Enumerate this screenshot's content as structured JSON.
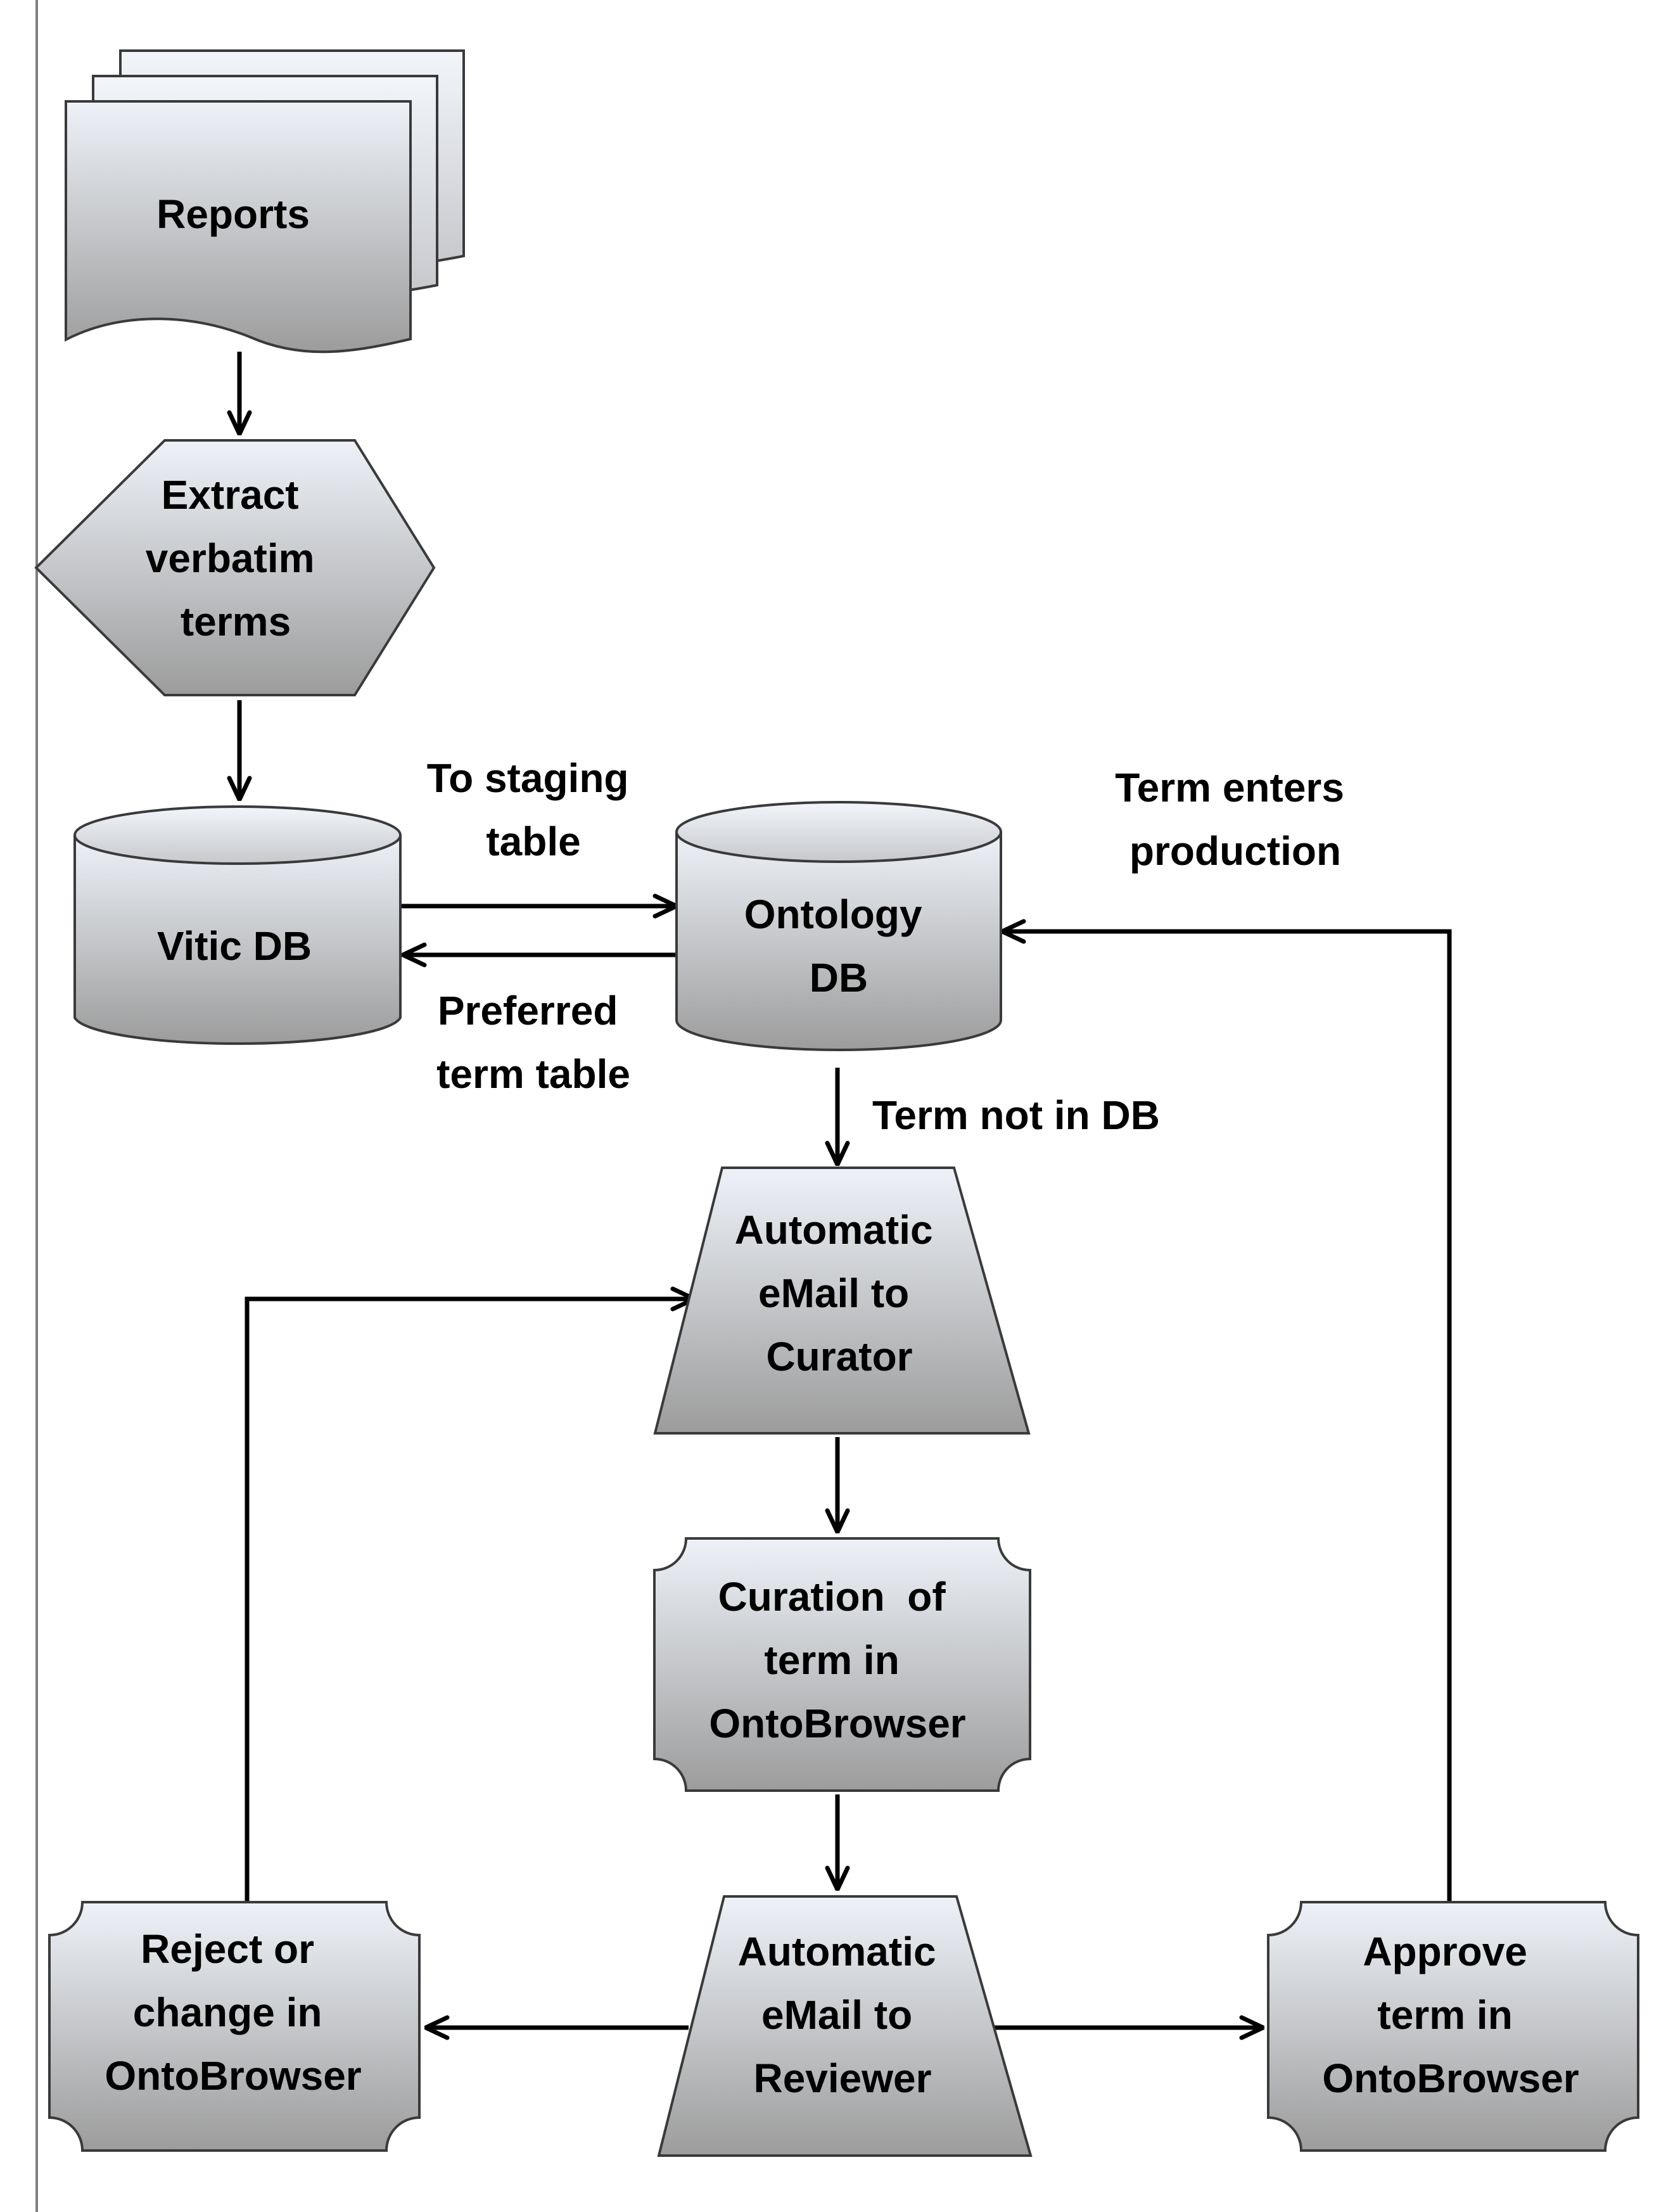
{
  "diagram": {
    "colors": {
      "shape_fill_top": "#eef2f8",
      "shape_fill_bottom": "#9c9c9c",
      "stroke": "#3a3a3a",
      "connector": "#000000",
      "left_rule": "#7f7f7f"
    },
    "nodes": {
      "reports": {
        "shape": "multi-document",
        "lines": [
          "Reports"
        ]
      },
      "extract": {
        "shape": "hexagon",
        "lines": [
          "Extract",
          "verbatim",
          "terms"
        ]
      },
      "vitic_db": {
        "shape": "database-cylinder",
        "lines": [
          "Vitic DB"
        ]
      },
      "ontology_db": {
        "shape": "database-cylinder",
        "lines": [
          "Ontology",
          "DB"
        ]
      },
      "email_curator": {
        "shape": "trapezoid",
        "lines": [
          "Automatic",
          "eMail to",
          "Curator"
        ]
      },
      "curation": {
        "shape": "plaque",
        "lines": [
          "Curation  of",
          "term in",
          "OntoBrowser"
        ]
      },
      "email_reviewer": {
        "shape": "trapezoid",
        "lines": [
          "Automatic",
          "eMail to",
          "Reviewer"
        ]
      },
      "reject": {
        "shape": "plaque",
        "lines": [
          "Reject or",
          "change in",
          "OntoBrowser"
        ]
      },
      "approve": {
        "shape": "plaque",
        "lines": [
          "Approve",
          "term in",
          "OntoBrowser"
        ]
      }
    },
    "edges": {
      "to_staging": {
        "from": "vitic_db",
        "to": "ontology_db",
        "lines": [
          "To staging",
          "table"
        ]
      },
      "preferred_term": {
        "from": "ontology_db",
        "to": "vitic_db",
        "lines": [
          "Preferred",
          "term table"
        ]
      },
      "term_not_in_db": {
        "from": "ontology_db",
        "to": "email_curator",
        "lines": [
          "Term not in DB"
        ]
      },
      "term_enters_production": {
        "from": "approve",
        "to": "ontology_db",
        "lines": [
          "Term enters",
          "production"
        ]
      },
      "reports_to_extract": {
        "from": "reports",
        "to": "extract",
        "lines": []
      },
      "extract_to_vitic": {
        "from": "extract",
        "to": "vitic_db",
        "lines": []
      },
      "curator_to_curation": {
        "from": "email_curator",
        "to": "curation",
        "lines": []
      },
      "curation_to_reviewer": {
        "from": "curation",
        "to": "email_reviewer",
        "lines": []
      },
      "reviewer_to_reject": {
        "from": "email_reviewer",
        "to": "reject",
        "lines": []
      },
      "reviewer_to_approve": {
        "from": "email_reviewer",
        "to": "approve",
        "lines": []
      },
      "reject_to_curator": {
        "from": "reject",
        "to": "email_curator",
        "lines": []
      }
    }
  }
}
